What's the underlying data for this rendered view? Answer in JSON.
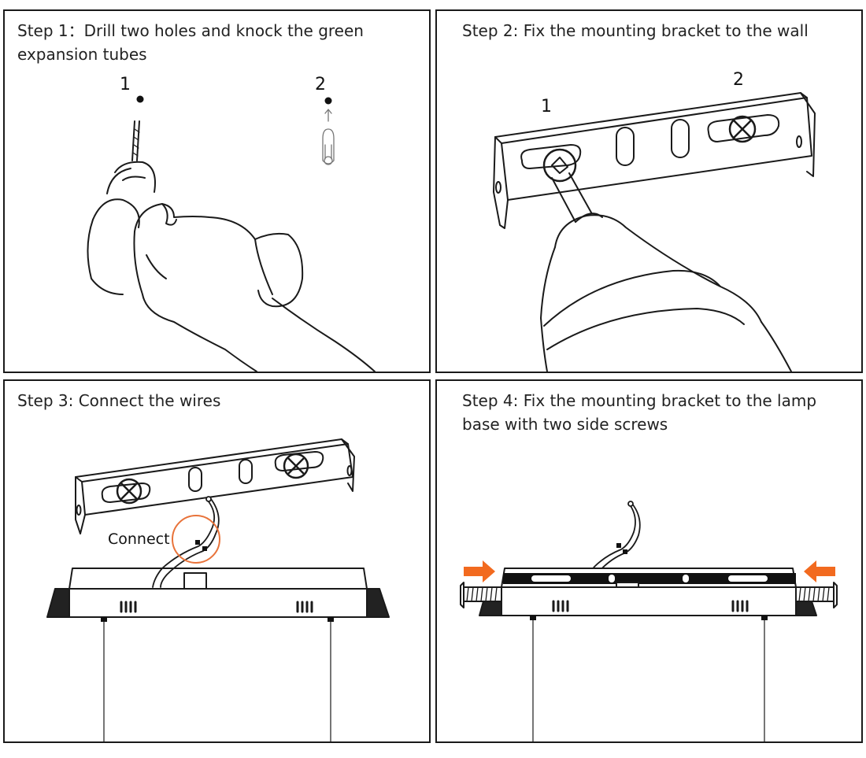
{
  "steps": [
    {
      "caption": "Step 1：Drill two holes and knock the green expansion tubes",
      "markers": [
        "1",
        "2"
      ]
    },
    {
      "caption": "Step 2: Fix the mounting bracket to the wall",
      "markers": [
        "1",
        "2"
      ]
    },
    {
      "caption": "Step 3: Connect the wires",
      "callout": "Connect"
    },
    {
      "caption": "Step 4: Fix the mounting bracket to the lamp base with two side screws"
    }
  ],
  "colors": {
    "line": "#1a1a1a",
    "highlight": "#e8733a",
    "arrow": "#f26a1f"
  }
}
